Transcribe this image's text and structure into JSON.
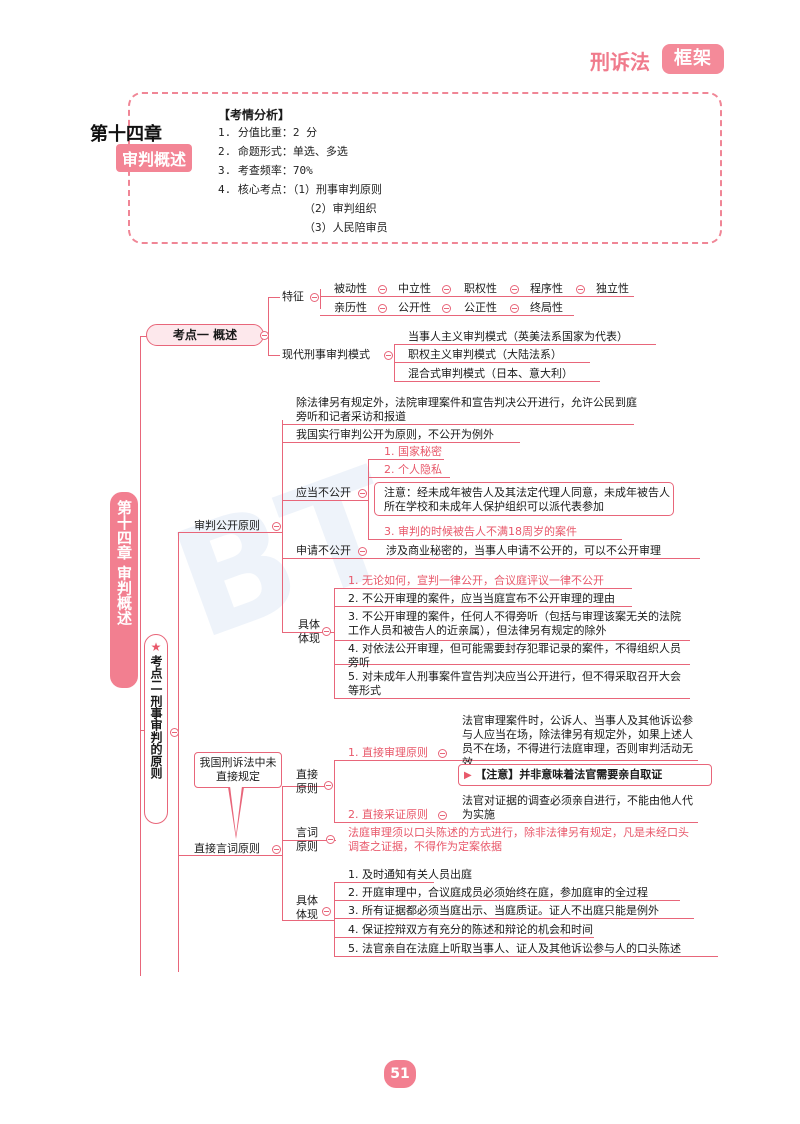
{
  "brand": {
    "prefix": "刑诉法",
    "box": "框架"
  },
  "chapter": {
    "title": "第十四章",
    "subtitle": "审判概述",
    "vertical": "第十四章 审判概述"
  },
  "analysis": {
    "heading": "【考情分析】",
    "lines": [
      "1. 分值比重：2 分",
      "2. 命题形式：单选、多选",
      "3. 考查频率：70%",
      "4. 核心考点：（1）刑事审判原则",
      "（2）审判组织",
      "（3）人民陪审员"
    ]
  },
  "kp1": {
    "label": "考点一  概述",
    "feature": "特征",
    "features_row1": [
      "被动性",
      "中立性",
      "职权性",
      "程序性",
      "独立性"
    ],
    "features_row2": [
      "亲历性",
      "公开性",
      "公正性",
      "终局性"
    ],
    "modes_label": "现代刑事审判模式",
    "modes": [
      "当事人主义审判模式（英美法系国家为代表）",
      "职权主义审判模式（大陆法系）",
      "混合式审判模式（日本、意大利）"
    ]
  },
  "kp2": {
    "label": "考点二  刑事审判的原则",
    "public": {
      "label": "审判公开原则",
      "intro": "除法律另有规定外，法院审理案件和宣告判决公开进行，允许公民到庭旁听和记者采访和报道",
      "principle": "我国实行审判公开为原则，不公开为例外",
      "must_label": "应当不公开",
      "must_items": [
        "1. 国家秘密",
        "2. 个人隐私",
        "3. 审判的时候被告人不满18周岁的案件"
      ],
      "note": "注意：经未成年被告人及其法定代理人同意，未成年被告人所在学校和未成年人保护组织可以派代表参加",
      "apply_label": "申请不公开",
      "apply_text": "涉及商业秘密的，当事人申请不公开的，可以不公开审理",
      "detail_label": "具体体现",
      "details": [
        "1. 无论如何，宣判一律公开，合议庭评议一律不公开",
        "2. 不公开审理的案件，应当当庭宣布不公开审理的理由",
        "3. 不公开审理的案件，任何人不得旁听（包括与审理该案无关的法院工作人员和被告人的近亲属），但法律另有规定的除外",
        "4. 对依法公开审理，但可能需要封存犯罪记录的案件，不得组织人员旁听",
        "5. 对未成年人刑事案件宣告判决应当公开进行，但不得采取召开大会等形式"
      ]
    },
    "direct": {
      "label": "直接言词原则",
      "callout": "我国刑诉法中未直接规定",
      "direct_label": "直接原则",
      "direct_trial": "1. 直接审理原则",
      "direct_trial_text": "法官审理案件时，公诉人、当事人及其他诉讼参与人应当在场，除法律另有规定外，如果上述人员不在场，不得进行法庭审理，否则审判活动无效",
      "note2": "【注意】并非意味着法官需要亲自取证",
      "direct_evidence": "2. 直接采证原则",
      "direct_evidence_text": "法官对证据的调查必须亲自进行，不能由他人代为实施",
      "verbal_label": "言词原则",
      "verbal_text": "法庭审理须以口头陈述的方式进行，除非法律另有规定，凡是未经口头调查之证据，不得作为定案依据",
      "detail_label": "具体体现",
      "details": [
        "1. 及时通知有关人员出庭",
        "2. 开庭审理中，合议庭成员必须始终在庭，参加庭审的全过程",
        "3. 所有证据都必须当庭出示、当庭质证。证人不出庭只能是例外",
        "4. 保证控辩双方有充分的陈述和辩论的机会和时间",
        "5. 法官亲自在法庭上听取当事人、证人及其他诉讼参与人的口头陈述"
      ]
    }
  },
  "page_number": "51"
}
